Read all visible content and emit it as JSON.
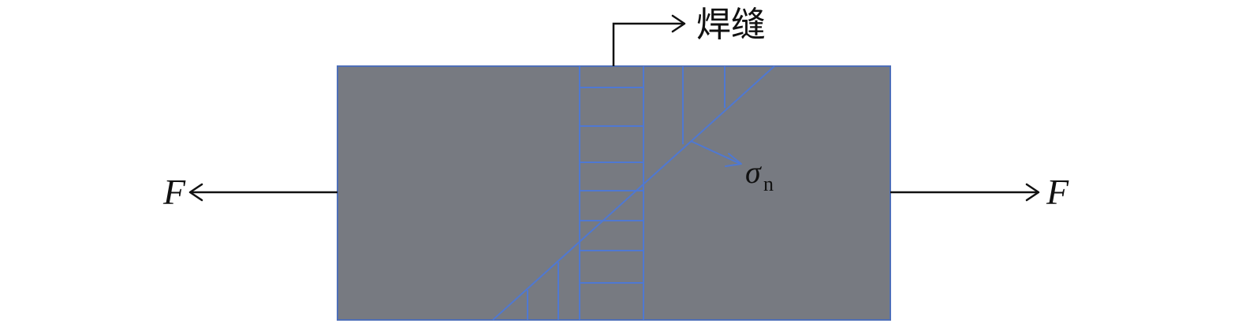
{
  "diagram": {
    "weld_label": "焊缝",
    "force_left": "F",
    "force_right": "F",
    "stress_symbol": "σ",
    "stress_subscript": "n"
  },
  "colors": {
    "plate_fill": "#777a81",
    "plate_edge": "#4e6fb8",
    "weld_lines": "#4f78d2",
    "arrows": "#111111",
    "background": "#ffffff"
  }
}
